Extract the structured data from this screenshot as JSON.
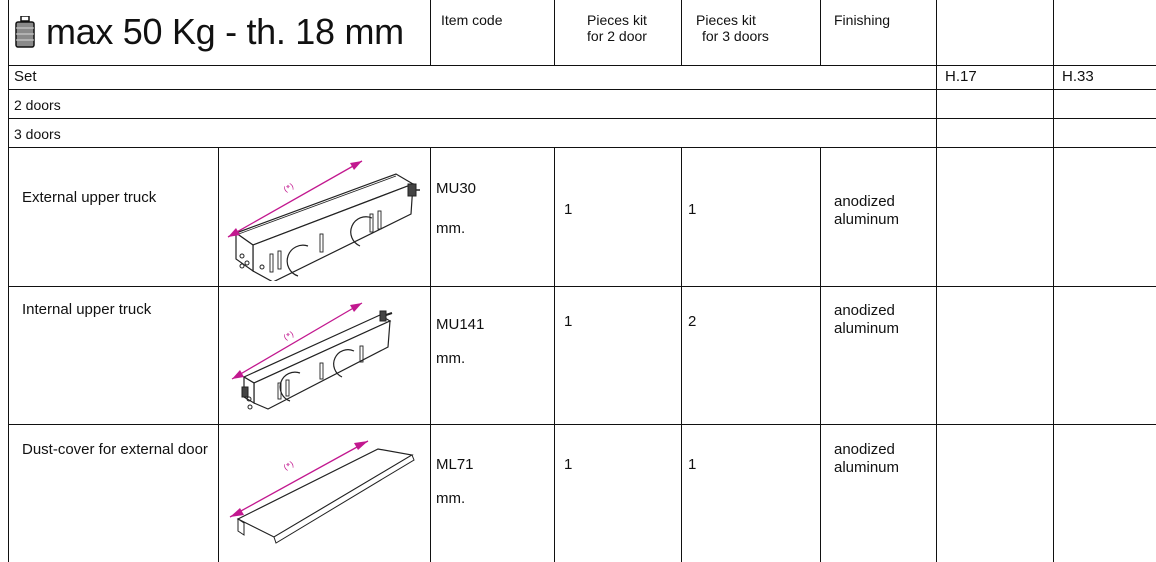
{
  "header": {
    "title": "max 50 Kg - th. 18 mm",
    "icon": "weight-icon",
    "col_item_code": "Item code",
    "col_pieces_2_line1": "Pieces kit",
    "col_pieces_2_line2": "for  2 door",
    "col_pieces_3_line1": "Pieces kit",
    "col_pieces_3_line2": "for 3 doors",
    "col_finishing": "Finishing"
  },
  "rows": {
    "set_label": "Set",
    "h17": "H.17",
    "h33": "H.33",
    "two_doors": "2 doors",
    "three_doors": "3 doors"
  },
  "items": [
    {
      "name": "External upper truck",
      "icon": "external-upper-truck-drawing",
      "code": "MU30",
      "unit": "mm.",
      "pieces_2": "1",
      "pieces_3": "1",
      "finishing_line1": "anodized",
      "finishing_line2": "aluminum",
      "dim_label": "(*)"
    },
    {
      "name": "Internal upper truck",
      "icon": "internal-upper-truck-drawing",
      "code": "MU141",
      "unit": "mm.",
      "pieces_2": "1",
      "pieces_3": "2",
      "finishing_line1": "anodized",
      "finishing_line2": "aluminum",
      "dim_label": "(*)"
    },
    {
      "name": "Dust-cover for external door",
      "icon": "dust-cover-drawing",
      "code": "ML71",
      "unit": "mm.",
      "pieces_2": "1",
      "pieces_3": "1",
      "finishing_line1": "anodized",
      "finishing_line2": "aluminum",
      "dim_label": "(*)"
    }
  ],
  "colors": {
    "line": "#111111",
    "dimension": "#c2188f",
    "drawing": "#222222"
  }
}
